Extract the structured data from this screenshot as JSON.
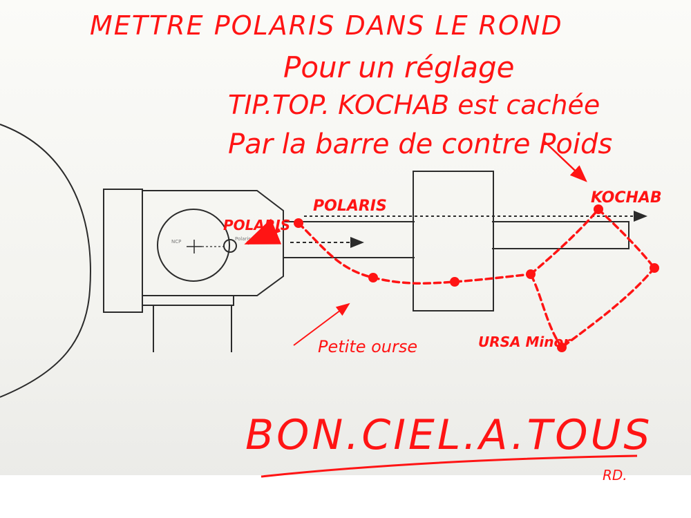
{
  "note": {
    "line1": "METTRE POLARIS DANS LE ROND",
    "line2": "Pour un réglage",
    "line3": "TIP.TOP. KOCHAB est cachée",
    "line4": "Par la barre de contre Poids"
  },
  "labels": {
    "polaris_reticle": "POLARIS",
    "polaris_star": "POLARIS",
    "kochab": "KOCHAB",
    "petite_ourse": "Petite ourse",
    "ursa_minor": "URSA Minor",
    "reticle_small_1": "NCP",
    "reticle_small_2": "Polaris"
  },
  "signoff": {
    "text": "BON.CIEL.A.TOUS",
    "initials": "RD."
  },
  "colors": {
    "ink": "#ff1414",
    "drawing": "#2b2b2b"
  }
}
